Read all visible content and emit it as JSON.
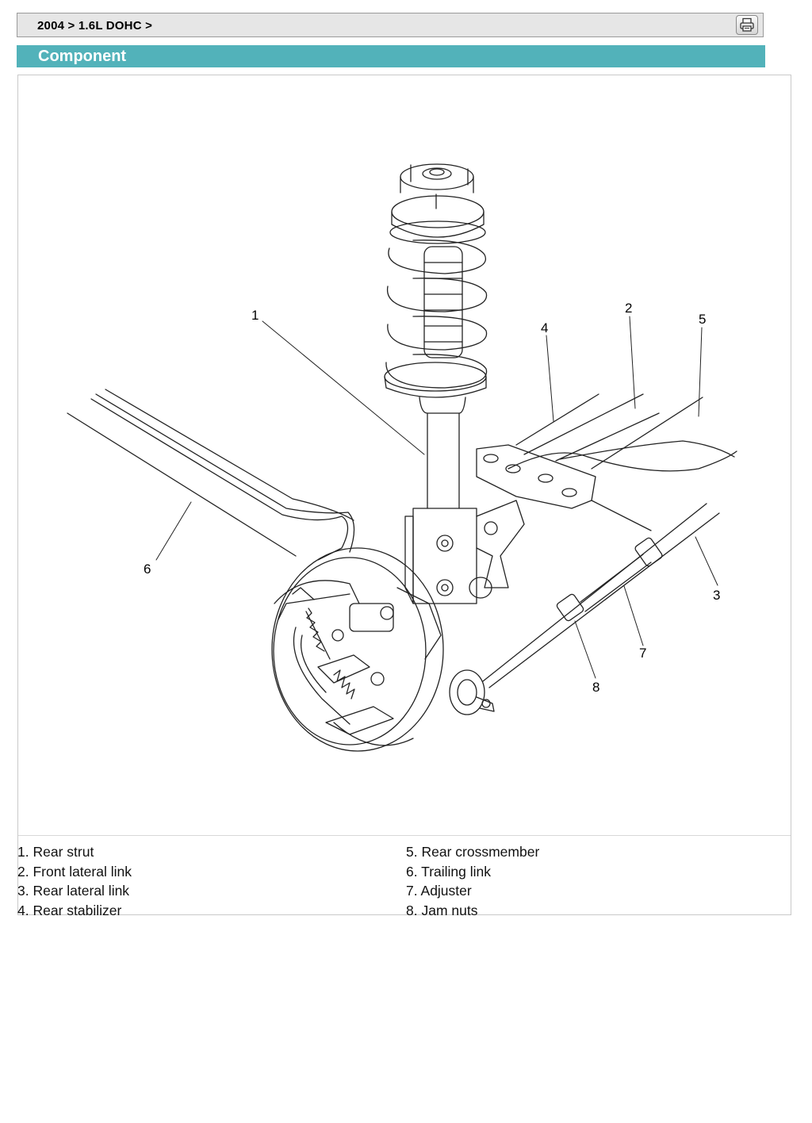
{
  "breadcrumb": {
    "text": "2004 > 1.6L DOHC >"
  },
  "toolbar": {
    "print_icon": "printer-icon"
  },
  "section": {
    "title": "Component"
  },
  "diagram": {
    "callouts": [
      "1",
      "2",
      "3",
      "4",
      "5",
      "6",
      "7",
      "8"
    ]
  },
  "legend": {
    "left": [
      {
        "num": "1.",
        "label": "Rear strut"
      },
      {
        "num": "2.",
        "label": "Front lateral link"
      },
      {
        "num": "3.",
        "label": "Rear lateral link"
      },
      {
        "num": "4.",
        "label": "Rear stabilizer"
      }
    ],
    "right": [
      {
        "num": "5.",
        "label": "Rear crossmember"
      },
      {
        "num": "6.",
        "label": "Trailing link"
      },
      {
        "num": "7.",
        "label": "Adjuster"
      },
      {
        "num": "8.",
        "label": "Jam nuts"
      }
    ]
  }
}
